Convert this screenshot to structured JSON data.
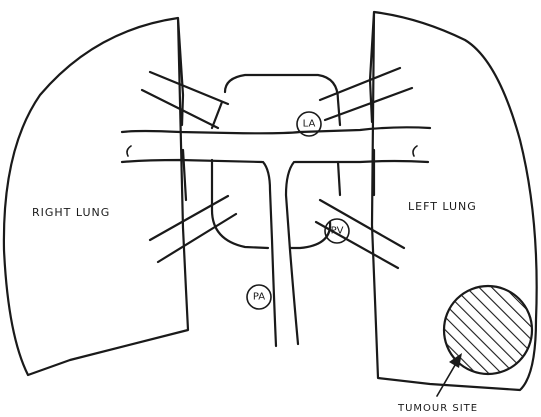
{
  "labels": {
    "right_lung": "RIGHT LUNG",
    "left_lung": "LEFT LUNG",
    "left_atrium": "LA",
    "pulmonary_vein": "PV",
    "pulmonary_artery": "PA",
    "tumour_site": "TUMOUR SITE"
  },
  "colors": {
    "ink": "#1a1a1a",
    "background": "#ffffff"
  }
}
